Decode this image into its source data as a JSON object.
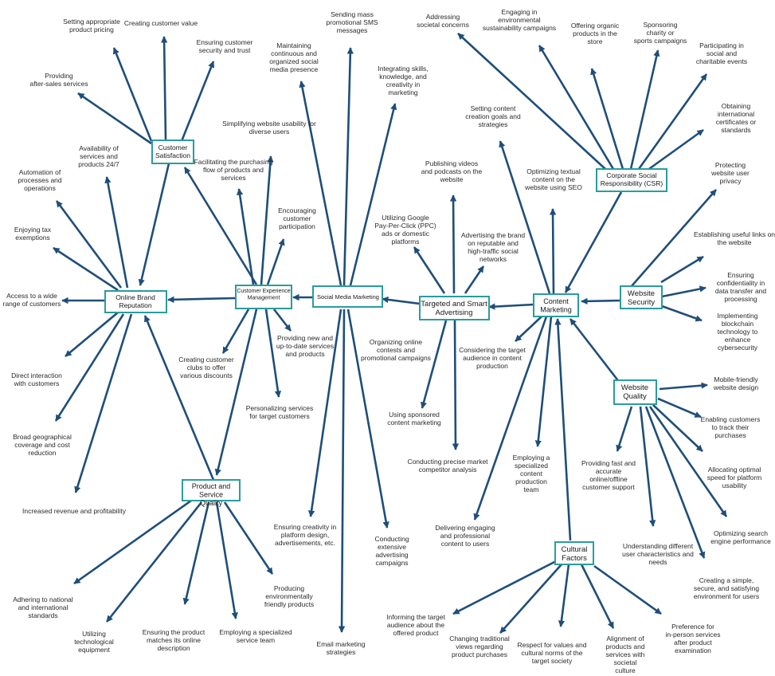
{
  "style": {
    "edge_color": "#1f4e79",
    "box_color": "#2a9d9d",
    "text_color": "#2a2a2a"
  },
  "nodes": {
    "customer_satisfaction": "Customer Satisfaction",
    "online_brand_reputation": "Online Brand Reputation",
    "customer_experience_management": "Customer Experience Management",
    "social_media_marketing": "Social Media Marketing",
    "targeted_smart_advertising": "Targeted and Smart Advertising",
    "content_marketing": "Content Marketing",
    "corporate_social_responsibility": "Corporate Social Responsibility (CSR)",
    "website_security": "Website Security",
    "website_quality": "Website Quality",
    "product_service_quality": "Product and Service Quality",
    "cultural_factors": "Cultural Factors"
  },
  "labels": {
    "setting_pricing": "Setting appropriate product pricing",
    "creating_value": "Creating customer value",
    "ensuring_security_trust": "Ensuring customer security and trust",
    "after_sales": "Providing after-sales services",
    "availability_24_7": "Availability of services and products 24/7",
    "automation": "Automation of processes and operations",
    "tax_exemptions": "Enjoying tax exemptions",
    "access_customers": "Access to a wide range of customers",
    "direct_interaction": "Direct interaction with customers",
    "geo_coverage": "Broad geographical coverage and cost reduction",
    "increased_revenue": "Increased revenue and profitability",
    "simplifying_usability": "Simplifying website usability for diverse users",
    "facilitating_purchase": "Facilitating the purchasing flow of products and services",
    "encouraging_participation": "Encouraging customer participation",
    "customer_clubs": "Creating customer clubs to offer various discounts",
    "new_services": "Providing new and up-to-date services and products",
    "personalizing_services": "Personalizing services for target customers",
    "maintaining_presence": "Maintaining continuous and organized social media presence",
    "mass_sms": "Sending mass promotional SMS messages",
    "integrating_skills": "Integrating skills, knowledge, and creativity in marketing",
    "creativity_design": "Ensuring creativity in platform design, advertisements, etc.",
    "email_marketing": "Email marketing strategies",
    "extensive_campaigns": "Conducting extensive advertising campaigns",
    "ppc_ads": "Utilizing Google Pay-Per-Click (PPC) ads or domestic platforms",
    "publishing_videos": "Publishing videos and podcasts on the website",
    "advertising_brand": "Advertising the brand on reputable and high-traffic social networks",
    "online_contests": "Organizing online contests and promotional campaigns",
    "sponsored_content": "Using sponsored content marketing",
    "competitor_analysis": "Conducting precise market competitor analysis",
    "content_goals": "Setting content creation goals and strategies",
    "optimizing_seo": "Optimizing textual content on the website using SEO",
    "target_audience": "Considering the target audience in content production",
    "specialized_team": "Employing a specialized content production team",
    "delivering_content": "Delivering engaging and professional content to users",
    "addressing_concerns": "Addressing societal concerns",
    "environmental_campaigns": "Engaging in environmental sustainability campaigns",
    "organic_products": "Offering organic products in the store",
    "sponsoring_charity": "Sponsoring charity or sports campaigns",
    "charitable_events": "Participating in social and charitable events",
    "international_certificates": "Obtaining international certificates or standards",
    "user_privacy": "Protecting website user privacy",
    "useful_links": "Establishing useful links on the website",
    "data_confidentiality": "Ensuring confidentiality in data transfer and processing",
    "blockchain": "Implementing blockchain technology to enhance cybersecurity",
    "mobile_friendly": "Mobile-friendly website design",
    "track_purchases": "Enabling customers to track their purchases",
    "optimal_speed": "Allocating optimal speed for platform usability",
    "search_engine": "Optimizing search engine performance",
    "satisfying_environment": "Creating a simple, secure, and satisfying environment for users",
    "user_characteristics": "Understanding different user characteristics and needs",
    "online_support": "Providing fast and accurate online/offline customer support",
    "national_standards": "Adhering to national and international standards",
    "tech_equipment": "Utilizing technological equipment",
    "matches_description": "Ensuring the product matches its online description",
    "specialized_service_team": "Employing a specialized service team",
    "friendly_products": "Producing environmentally friendly products",
    "informing_audience": "Informing the target audience about the offered product",
    "traditional_views": "Changing traditional views regarding product purchases",
    "respect_values": "Respect for values and cultural norms of the target society",
    "alignment_culture": "Alignment of products and services with societal culture",
    "in_person_services": "Preference for in-person services after product examination"
  }
}
